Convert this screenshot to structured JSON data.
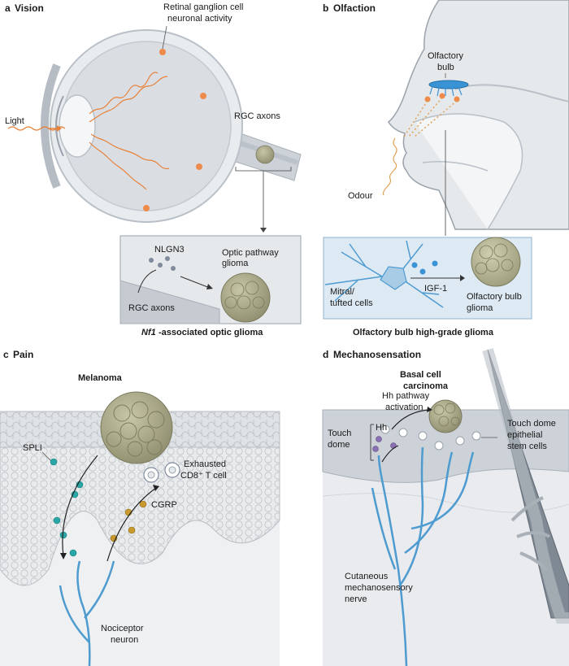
{
  "panels": {
    "a": {
      "letter": "a",
      "title": "Vision",
      "label_rgc_activity_1": "Retinal ganglion cell",
      "label_rgc_activity_2": "neuronal activity",
      "label_light": "Light",
      "label_rgc_axons": "RGC axons",
      "inset_nlgn3": "NLGN3",
      "inset_glioma_1": "Optic pathway",
      "inset_glioma_2": "glioma",
      "inset_rgc_axons": "RGC axons",
      "caption_italic": "Nf1",
      "caption_rest": "-associated optic glioma"
    },
    "b": {
      "letter": "b",
      "title": "Olfaction",
      "label_bulb_1": "Olfactory",
      "label_bulb_2": "bulb",
      "label_odour": "Odour",
      "inset_mitral_1": "Mitral/",
      "inset_mitral_2": "tufted cells",
      "inset_igf1": "IGF-1",
      "inset_glioma_1": "Olfactory bulb",
      "inset_glioma_2": "glioma",
      "caption": "Olfactory bulb high-grade glioma"
    },
    "c": {
      "letter": "c",
      "title": "Pain",
      "label_melanoma": "Melanoma",
      "label_spli": "SPLI",
      "label_exhausted_1": "Exhausted",
      "label_exhausted_2": "CD8⁺ T cell",
      "label_cgrp": "CGRP",
      "label_nociceptor_1": "Nociceptor",
      "label_nociceptor_2": "neuron"
    },
    "d": {
      "letter": "d",
      "title": "Mechanosensation",
      "label_bcc_1": "Basal cell",
      "label_bcc_2": "carcinoma",
      "label_hh_path_1": "Hh pathway",
      "label_hh_path_2": "activation",
      "label_touch_1": "Touch",
      "label_touch_2": "dome",
      "label_hh": "Hh",
      "label_stem_1": "Touch dome",
      "label_stem_2": "epithelial",
      "label_stem_3": "stem cells",
      "label_nerve_1": "Cutaneous",
      "label_nerve_2": "mechanosensory",
      "label_nerve_3": "nerve"
    }
  },
  "colors": {
    "eye_gray": "#d7dbe0",
    "eye_dark": "#a9b0b8",
    "light_wave": "#e8823a",
    "neuron_star": "#f08a4b",
    "tumor": "#a8a889",
    "tumor_dark": "#7b7a5e",
    "inset_blue_bg": "#ddeaf4",
    "inset_gray_bg": "#e6e9ec",
    "neuron_blue": "#4e9bd0",
    "teal_dot": "#2aa6a6",
    "gold_dot": "#c99a2e",
    "purple_dot": "#8a6fb3",
    "skin_gray": "#d9dcdf",
    "hair": "#7f8994"
  },
  "icons": [
    "eye-illustration",
    "head-profile-illustration",
    "skin-section-illustration",
    "hair-follicle-illustration",
    "tumor-icon",
    "neuron-icon",
    "t-cell-icon"
  ]
}
